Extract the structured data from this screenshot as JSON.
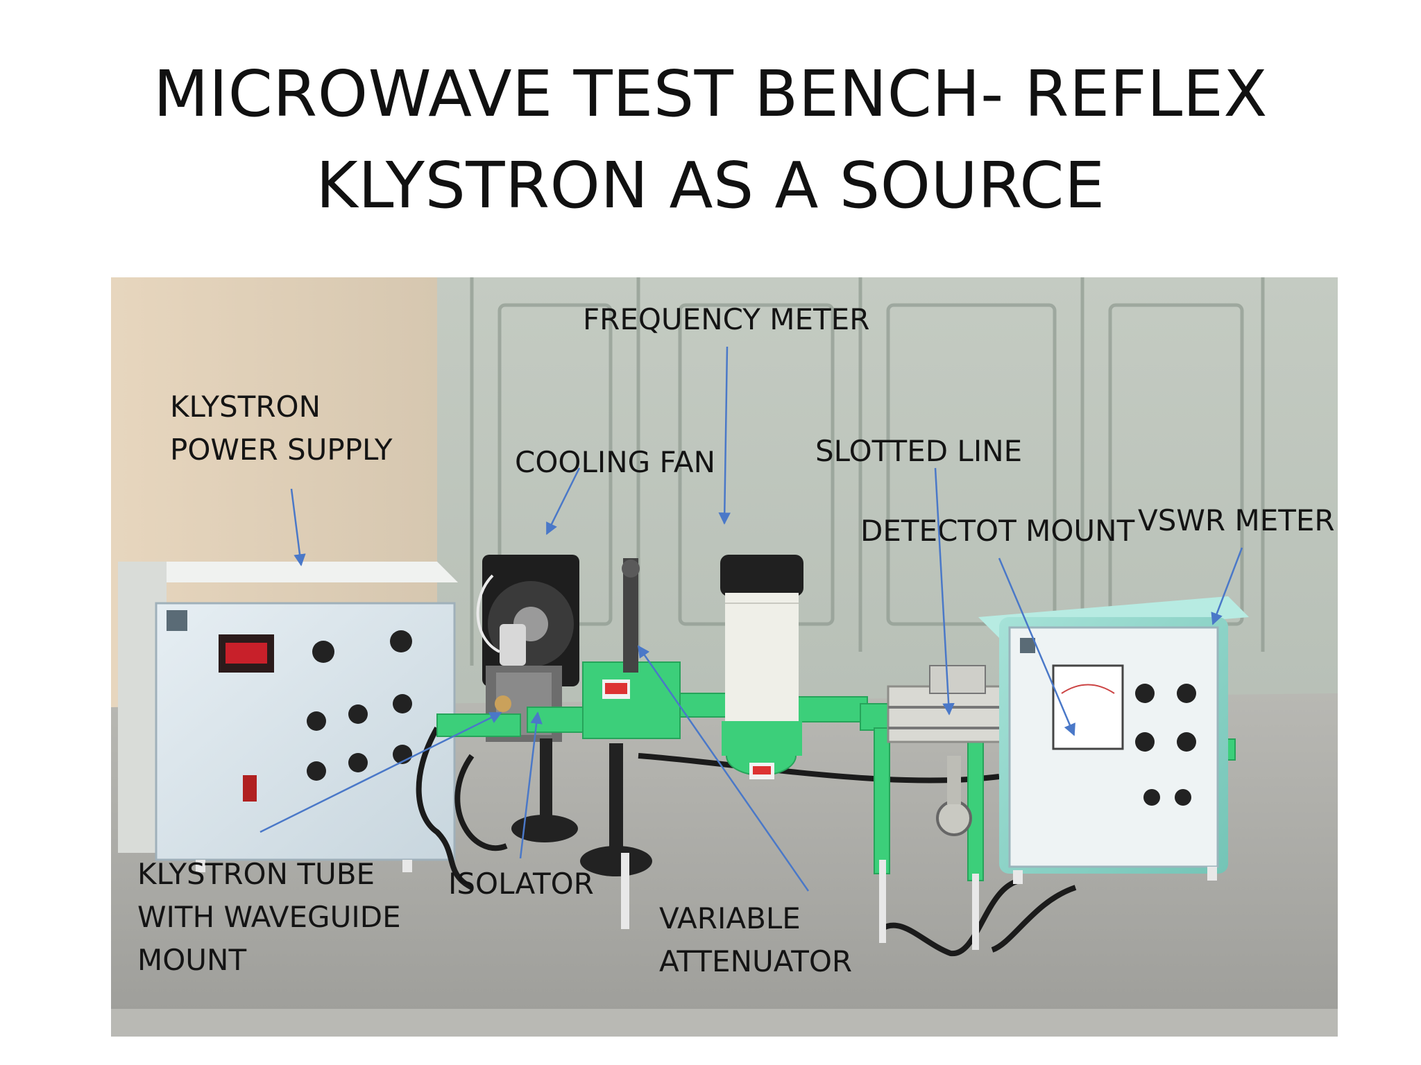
{
  "title": {
    "line1": "MICROWAVE TEST BENCH- REFLEX",
    "line2": "KLYSTRON AS A SOURCE"
  },
  "labels": {
    "frequency_meter": "FREQUENCY METER",
    "klystron_power_supply": [
      "KLYSTRON",
      "POWER SUPPLY"
    ],
    "cooling_fan": "COOLING FAN",
    "slotted_line": "SLOTTED LINE",
    "detector_mount": "DETECTOT MOUNT",
    "vswr_meter": "VSWR METER",
    "klystron_tube": [
      "KLYSTRON TUBE",
      "WITH WAVEGUIDE",
      "MOUNT"
    ],
    "isolator": "ISOLATOR",
    "variable_attenuator": [
      "VARIABLE",
      "ATTENUATOR"
    ]
  },
  "colors": {
    "arrow": "#4a78c8",
    "waveguide_green": "#3ccf7a",
    "panel_blue": "#d9e6ee",
    "meter_teal": "#8ed8cc",
    "wall": "#b9c2b8",
    "bench": "#a9aaa6"
  }
}
